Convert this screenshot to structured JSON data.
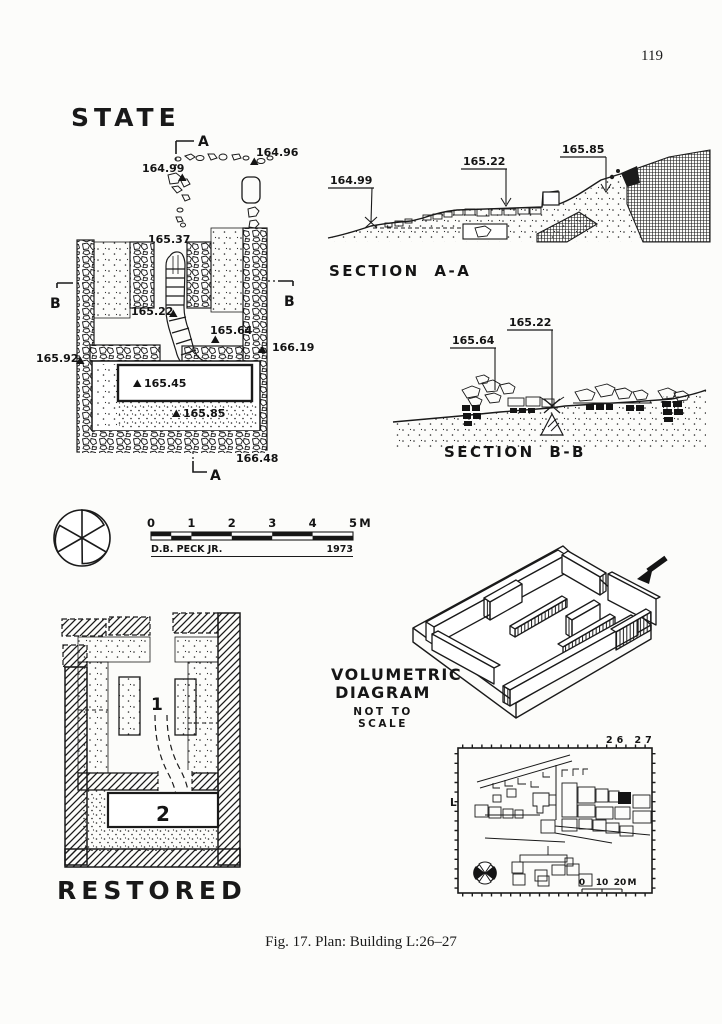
{
  "page": {
    "number": "119",
    "caption": "Fig. 17. Plan: Building L:26–27"
  },
  "state_plan": {
    "title": "STATE",
    "marker_a_top": "A",
    "marker_a_bottom": "A",
    "marker_b_left": "B",
    "marker_b_right": "B",
    "elev_164_99": "164.99",
    "elev_164_96": "164.96",
    "elev_165_37": "165.37",
    "elev_165_22": "165.22",
    "elev_165_64": "165.64",
    "elev_166_19": "166.19",
    "elev_165_92": "165.92",
    "elev_165_45": "165.45",
    "elev_165_85": "165.85",
    "elev_166_48": "166.48"
  },
  "section_aa": {
    "title": "SECTION A-A",
    "elev_left": "164.99",
    "elev_mid": "165.22",
    "elev_right": "165.85"
  },
  "section_bb": {
    "title": "SECTION B-B",
    "elev_left": "165.64",
    "elev_mid": "165.22"
  },
  "scale_bar": {
    "t0": "0",
    "t1": "1",
    "t2": "2",
    "t3": "3",
    "t4": "4",
    "t5": "5",
    "unit": "M",
    "credit": "D.B. PECK JR.",
    "year": "1973"
  },
  "restored_plan": {
    "title": "RESTORED",
    "label_1": "1",
    "label_2": "2"
  },
  "volumetric": {
    "line1": "VOLUMETRIC",
    "line2": "DIAGRAM",
    "note": "NOT TO SCALE"
  },
  "site_map": {
    "grid_cols": "26 27",
    "grid_row": "L",
    "s0": "0",
    "s10": "10",
    "s20": "20",
    "unit": "M"
  }
}
